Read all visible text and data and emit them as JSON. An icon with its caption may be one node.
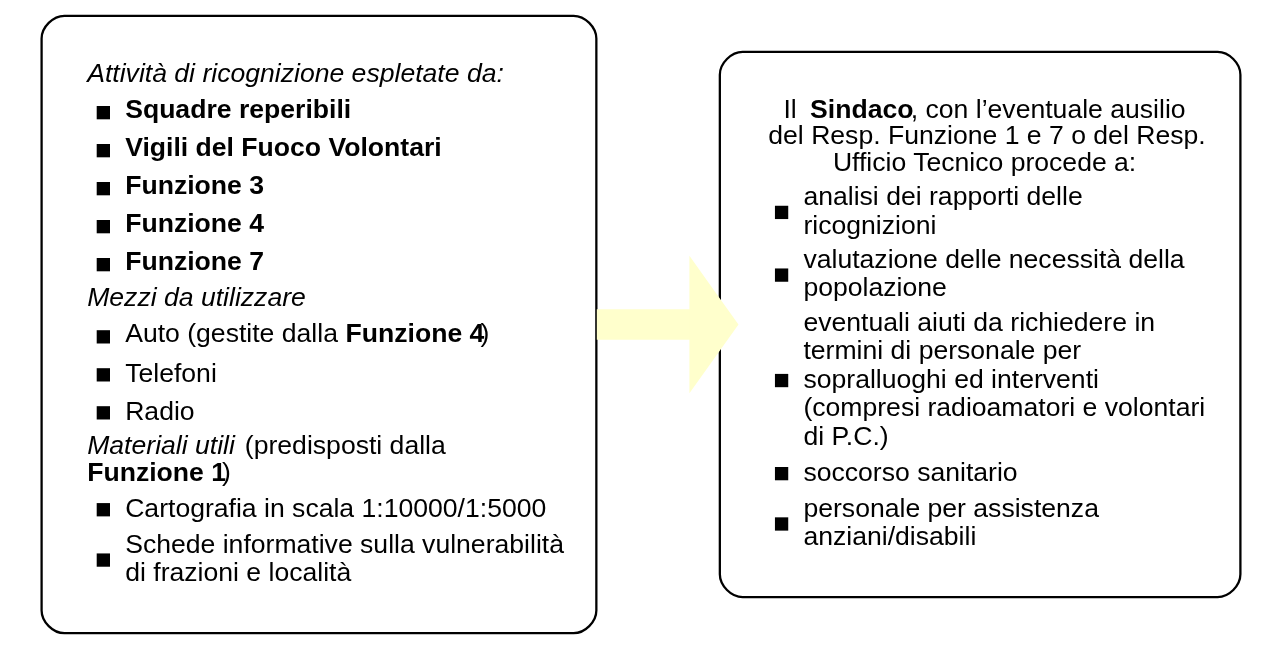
{
  "diagram": {
    "nodes": [
      {
        "text": [
          "Attività di ricognizione espletate da:",
          "Squadre reperibili",
          "Vigili del Fuoco Volontari",
          "Funzione 3",
          "Funzione 4",
          "Funzione 7",
          "Mezzi da utilizzare",
          "Auto (gestite dalla **Funzione 4**)",
          "Telefoni",
          "Radio",
          "*Materiali utili* (predisposti dalla **Funzione 1**)",
          "Cartografia in scala 1:10000/1:5000",
          "Schede informative sulla vulnerabilità di frazioni e località"
        ]
      },
      {
        "text": [
          "Il **Sindaco**, con l’eventuale ausilio del Resp. Funzione 1 e 7 o del Resp. Ufficio Tecnico procede a:",
          "analisi dei rapporti delle ricognizioni",
          "valutazione delle necessità della popolazione",
          "eventuali aiuti da richiedere in termini di personale per sopralluoghi ed interventi (compresi radioamatori e volontari di P.C.)",
          "soccorso sanitario",
          "personale per assistenza anziani/disabili"
        ]
      }
    ],
    "edges": [
      {
        "from": 0,
        "to": 1,
        "arrow": "to",
        "color": "#ffffcc"
      }
    ]
  }
}
